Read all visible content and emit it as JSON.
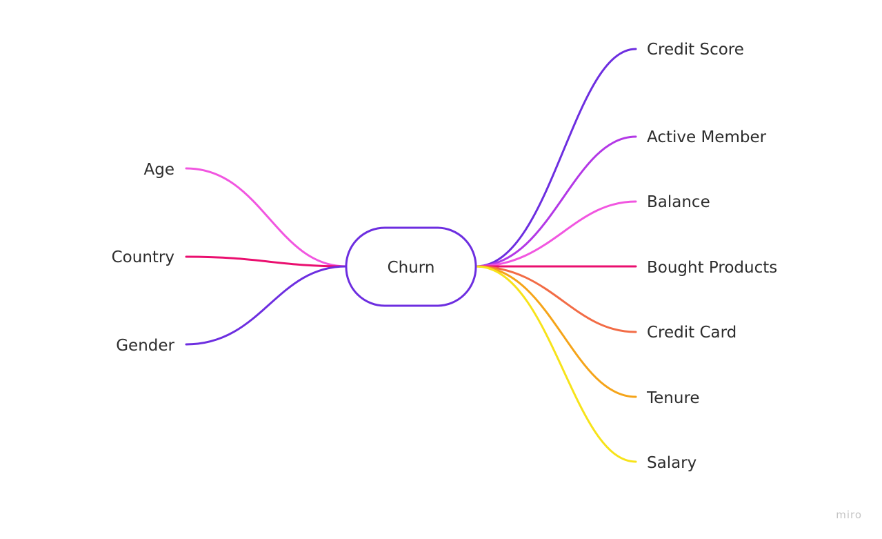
{
  "center": {
    "label": "Churn",
    "border_color": "#6d2ee0"
  },
  "left_branches": [
    {
      "label": "Age",
      "color": "#f156e0"
    },
    {
      "label": "Country",
      "color": "#ea0f6f"
    },
    {
      "label": "Gender",
      "color": "#6d2ee0"
    }
  ],
  "right_branches": [
    {
      "label": "Credit Score",
      "color": "#6d2ee0"
    },
    {
      "label": "Active Member",
      "color": "#b338e6"
    },
    {
      "label": "Balance",
      "color": "#f156e0"
    },
    {
      "label": "Bought Products",
      "color": "#ea0f6f"
    },
    {
      "label": "Credit Card",
      "color": "#f26c46"
    },
    {
      "label": "Tenure",
      "color": "#f5a419"
    },
    {
      "label": "Salary",
      "color": "#f7e31a"
    }
  ],
  "watermark": "miro"
}
